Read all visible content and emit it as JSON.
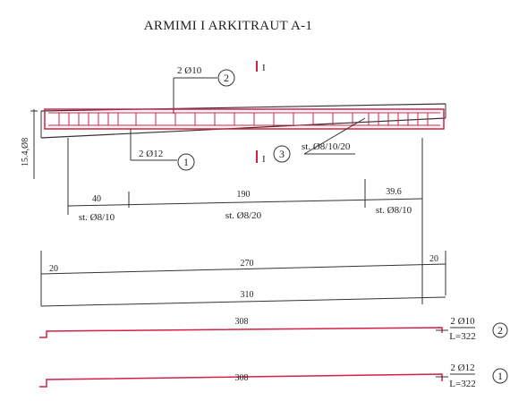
{
  "title": "ARMIMI I ARKITRAUT A-1",
  "colors": {
    "rebar": "#d61f45",
    "line": "#333333",
    "background": "#ffffff"
  },
  "section_cut": {
    "top_mark": "I",
    "bottom_mark": "I"
  },
  "callouts": {
    "top_bars": {
      "label": "2 Ø10",
      "mark": "2"
    },
    "bottom_bars": {
      "label": "2 Ø12",
      "mark": "1"
    },
    "stirrups": {
      "label": "st. Ø8/10/20",
      "mark": "3"
    }
  },
  "height_dim": "15.4,Ø8",
  "stirrup_zones": [
    {
      "length": "40",
      "spec": "st. Ø8/10"
    },
    {
      "length": "190",
      "spec": "st. Ø8/20"
    },
    {
      "length": "39.6",
      "spec": "st. Ø8/10"
    }
  ],
  "support_dims": {
    "left": "20",
    "span": "270",
    "right": "20"
  },
  "total_length": "310",
  "bar_schedule": [
    {
      "length": "308",
      "diameter": "2 Ø10",
      "total": "L=322",
      "mark": "2"
    },
    {
      "length": "308",
      "diameter": "2 Ø12",
      "total": "L=322",
      "mark": "1"
    }
  ]
}
